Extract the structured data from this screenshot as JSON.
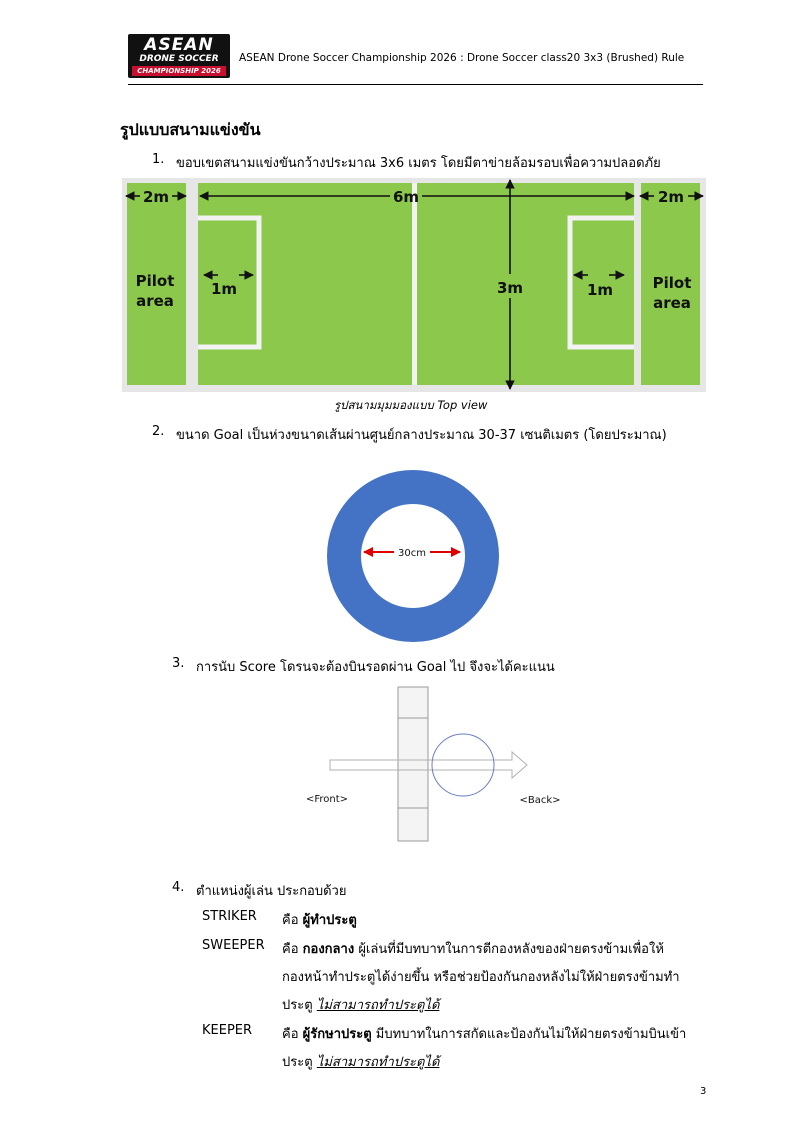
{
  "header": {
    "logo_line1": "ASEAN",
    "logo_line2": "DRONE SOCCER",
    "logo_line3": "CHAMPIONSHIP 2026",
    "title": "ASEAN Drone Soccer Championship 2026 : Drone Soccer class20 3x3 (Brushed) Rule"
  },
  "section_title": "รูปแบบสนามแข่งขัน",
  "items": [
    {
      "label": "1.",
      "text": "ขอบเขตสนามแข่งขันกว้างประมาณ 3x6 เมตร โดยมีตาข่ายล้อมรอบเพื่อความปลอดภัย"
    },
    {
      "label": "2.",
      "text": "ขนาด Goal เป็นห่วงขนาดเส้นผ่านศูนย์กลางประมาณ 30-37 เซนติเมตร (โดยประมาณ)"
    },
    {
      "label": "3.",
      "text": "การนับ Score โดรนจะต้องบินรอดผ่าน Goal ไป จึงจะได้คะแนน"
    },
    {
      "label": "4.",
      "text": "ตำแหน่งผู้เล่น ประกอบด้วย"
    }
  ],
  "field_diagram": {
    "left_zone": "2m",
    "width_label": "6m",
    "right_zone": "2m",
    "pilot_line1": "Pilot",
    "pilot_line2": "area",
    "goal_area_left": "1m",
    "height_label": "3m",
    "goal_area_right": "1m",
    "color_field": "#8cc84b",
    "color_bg": "#e6e6e6"
  },
  "field_caption": "รูปสนามมุมมองแบบ Top view",
  "goal_diagram": {
    "diameter_label": "30cm",
    "ring_color": "#4472c4",
    "arrow_color": "#e00000"
  },
  "scoring_diagram": {
    "front_label": "<Front>",
    "back_label": "<Back>"
  },
  "roles": [
    {
      "name": "STRIKER",
      "prefix": "คือ",
      "title": "ผู้ทำประตู",
      "desc_lines": [],
      "note": ""
    },
    {
      "name": "SWEEPER",
      "prefix": "คือ",
      "title": "กองกลาง",
      "desc_lines": [
        "ผู้เล่นที่มีบทบาทในการตีกองหลังของฝ่ายตรงข้ามเพื่อให้",
        "กองหน้าทำประตูได้ง่ายขึ้น หรือช่วยป้องกันกองหลังไม่ให้ฝ่ายตรงข้ามทำ",
        "ประตู"
      ],
      "note": "ไม่สามารถทำประตูได้"
    },
    {
      "name": "KEEPER",
      "prefix": "คือ",
      "title": "ผู้รักษาประตู",
      "desc_lines": [
        "มีบทบาทในการสกัดและป้องกันไม่ให้ฝ่ายตรงข้ามบินเข้า",
        "ประตู"
      ],
      "note": "ไม่สามารถทำประตูได้"
    }
  ],
  "page_number": "3"
}
